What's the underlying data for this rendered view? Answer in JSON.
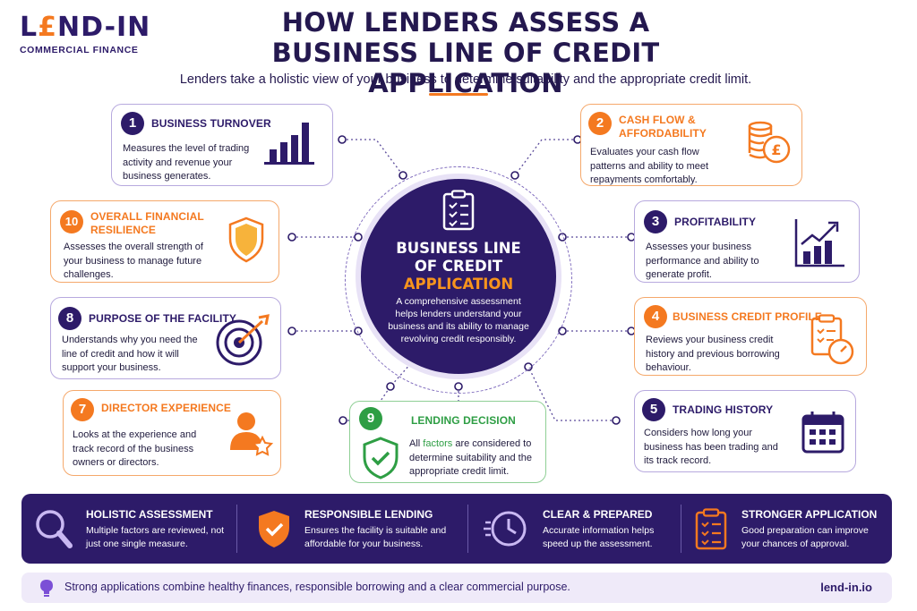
{
  "brand": {
    "logo_left": "L",
    "logo_o": "£",
    "logo_right": "ND-IN",
    "logo_sub": "COMMERCIAL FINANCE"
  },
  "header": {
    "title_line1": "HOW LENDERS ASSESS A",
    "title_line2": "BUSINESS LINE OF CREDIT APPLICATION",
    "subtitle": "Lenders take a holistic view of your business to determine suitability and the appropriate credit limit."
  },
  "center": {
    "title_line1": "BUSINESS LINE",
    "title_line2": "OF CREDIT",
    "title_line3": "APPLICATION",
    "description": "A comprehensive assessment helps lenders understand your business and its ability to manage revolving credit responsibly."
  },
  "cards": [
    {
      "number": "1",
      "title": "BUSINESS TURNOVER",
      "description": "Measures the level of trading activity and revenue your business generates.",
      "color": "#2d1b69",
      "icon": "bar-chart-icon"
    },
    {
      "number": "2",
      "title": "CASH FLOW & AFFORDABILITY",
      "description": "Evaluates your cash flow patterns and ability to meet repayments comfortably.",
      "color": "#f47920",
      "icon": "coins-pound-icon"
    },
    {
      "number": "3",
      "title": "PROFITABILITY",
      "description": "Assesses your business performance and ability to generate profit.",
      "color": "#2d1b69",
      "icon": "growth-chart-icon"
    },
    {
      "number": "4",
      "title": "BUSINESS CREDIT PROFILE",
      "description": "Reviews your business credit history and previous borrowing behaviour.",
      "color": "#f47920",
      "icon": "clipboard-gauge-icon"
    },
    {
      "number": "5",
      "title": "TRADING HISTORY",
      "description": "Considers how long your business has been trading and its track record.",
      "color": "#2d1b69",
      "icon": "calendar-icon"
    },
    {
      "number": "7",
      "title": "DIRECTOR EXPERIENCE",
      "description": "Looks at the experience and track record of the business owners or directors.",
      "color": "#f47920",
      "icon": "person-star-icon"
    },
    {
      "number": "8",
      "title": "PURPOSE OF THE FACILITY",
      "description": "Understands why you need the line of credit and how it will support your business.",
      "color": "#2d1b69",
      "icon": "target-icon"
    },
    {
      "number": "9",
      "title": "LENDING DECISION",
      "description_prefix": "All ",
      "description_highlight": "factors",
      "description_suffix": " are considered to determine suitability and the appropriate credit limit.",
      "color": "#2e9e44",
      "icon": "shield-check-icon"
    },
    {
      "number": "10",
      "title": "OVERALL FINANCIAL RESILIENCE",
      "description": "Assesses the overall strength of your business to manage future challenges.",
      "color": "#f47920",
      "icon": "shield-icon"
    }
  ],
  "band": [
    {
      "title": "HOLISTIC ASSESSMENT",
      "description": "Multiple factors are reviewed, not just one single measure.",
      "icon": "magnifier-icon"
    },
    {
      "title": "RESPONSIBLE LENDING",
      "description": "Ensures the facility is suitable and affordable for your business.",
      "icon": "shield-check-icon"
    },
    {
      "title": "CLEAR & PREPARED",
      "description": "Accurate information helps speed up the assessment.",
      "icon": "clock-icon"
    },
    {
      "title": "STRONGER APPLICATION",
      "description": "Good preparation can improve your chances of approval.",
      "icon": "checklist-icon"
    }
  ],
  "footer": {
    "text": "Strong applications combine healthy finances, responsible borrowing and a clear commercial purpose.",
    "url": "lend-in.io",
    "icon": "lightbulb-icon"
  },
  "colors": {
    "navy": "#2d1b69",
    "orange": "#f47920",
    "green": "#2e9e44"
  }
}
